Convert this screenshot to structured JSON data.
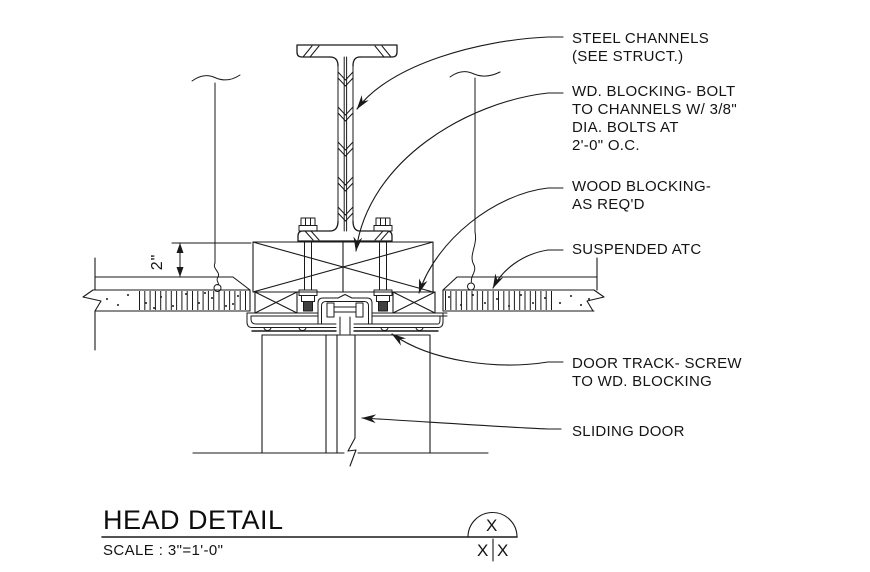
{
  "drawing": {
    "title": "HEAD DETAIL",
    "scale": "SCALE : 3\"=1'-0\"",
    "dimension_label": "2\"",
    "line_color": "#1a1a1a",
    "background": "#ffffff",
    "annotations": [
      {
        "id": "steel-channels",
        "text": "STEEL CHANNELS\n(SEE STRUCT.)"
      },
      {
        "id": "wd-blocking-bolt",
        "text": "WD. BLOCKING- BOLT\nTO CHANNELS W/ 3/8\"\nDIA. BOLTS AT\n2'-0\" O.C."
      },
      {
        "id": "wood-blocking",
        "text": "WOOD BLOCKING-\nAS REQ'D"
      },
      {
        "id": "suspended-atc",
        "text": "SUSPENDED ATC"
      },
      {
        "id": "door-track",
        "text": "DOOR TRACK- SCREW\nTO WD. BLOCKING"
      },
      {
        "id": "sliding-door",
        "text": "SLIDING DOOR"
      }
    ],
    "detail_bubble": {
      "top": "X",
      "bottom_left": "X",
      "bottom_right": "X"
    }
  }
}
